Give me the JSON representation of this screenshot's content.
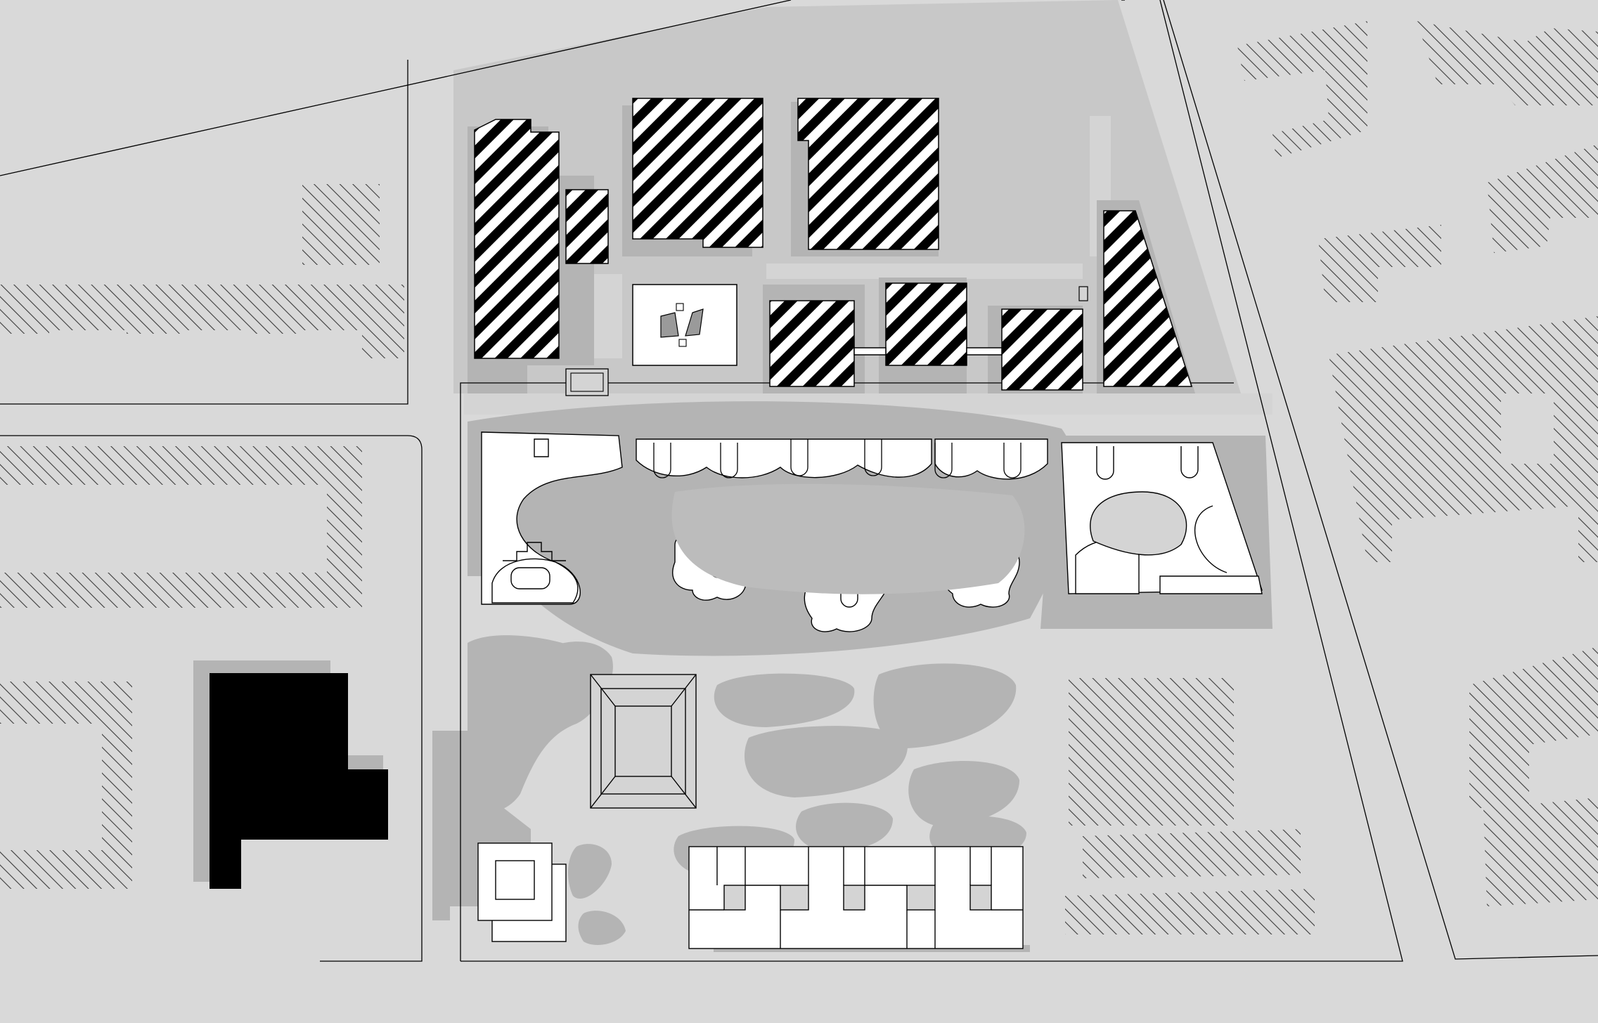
{
  "colors": {
    "ground": "#d9d9d9",
    "site": "#c8c8c8",
    "shadow": "#b4b4b4",
    "building": "#ffffff",
    "ink": "#000000",
    "context_hatch": "#3a3a3a"
  },
  "legend": {},
  "map_elements": [
    {
      "name": "context-hatched-blocks",
      "kind": "existing-context"
    },
    {
      "name": "project-site",
      "kind": "site"
    },
    {
      "name": "existing-striped-buildings",
      "kind": "existing-building"
    },
    {
      "name": "residential-curved-towers",
      "kind": "new-building"
    },
    {
      "name": "central-square-pavilion",
      "kind": "new-building"
    },
    {
      "name": "southern-block-building",
      "kind": "new-building"
    },
    {
      "name": "solid-black-building",
      "kind": "highlighted-building"
    },
    {
      "name": "road-lines",
      "kind": "road"
    }
  ]
}
